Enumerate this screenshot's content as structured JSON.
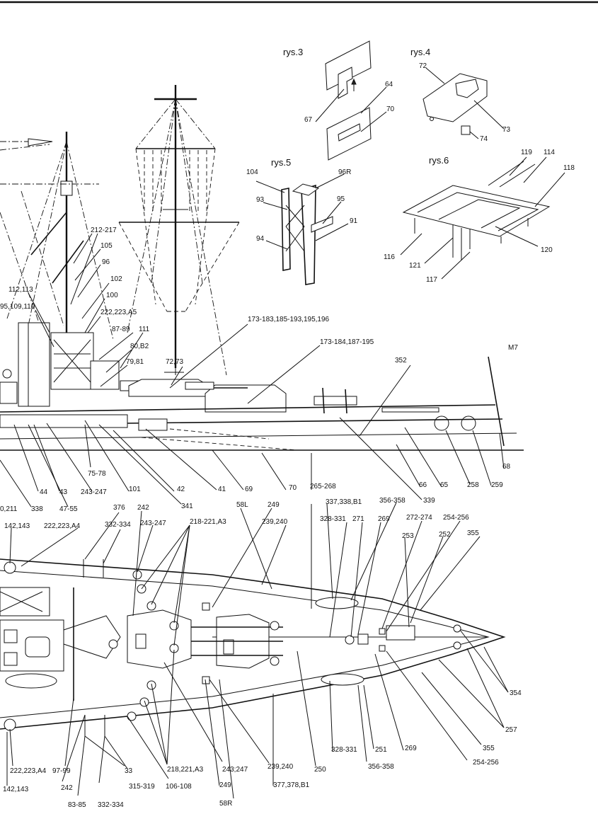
{
  "figures": {
    "rys3": "rys.3",
    "rys4": "rys.4",
    "rys5": "rys.5",
    "rys6": "rys.6"
  },
  "labels": {
    "rys3": [
      "67",
      "64",
      "70"
    ],
    "rys4": [
      "72",
      "73",
      "74"
    ],
    "rys5": [
      "104",
      "96R",
      "93",
      "95",
      "91",
      "94"
    ],
    "rys6": [
      "119",
      "114",
      "118",
      "116",
      "121",
      "117",
      "120"
    ],
    "side": [
      "212-217",
      "105",
      "96",
      "102",
      "100",
      "112,113",
      "95,109,110",
      "222,223,A5",
      "87-89",
      "111",
      "80,B2",
      "79,81",
      "72,73",
      "173-183,185-193,195,196",
      "173-184,187-195",
      "352",
      "M7",
      "75-78",
      "44",
      "43",
      "243-247",
      "101",
      "42",
      "41",
      "69",
      "70",
      "66",
      "65",
      "258",
      "259",
      "68",
      "338",
      "0,211",
      "47-55",
      "341",
      "265-268",
      "339"
    ],
    "plan": [
      "142,143",
      "222,223,A4",
      "376",
      "242",
      "332-334",
      "243-247",
      "218-221,A3",
      "58L",
      "249",
      "239,240",
      "337,338,B1",
      "356-358",
      "328-331",
      "271",
      "269",
      "272-274",
      "254-256",
      "253",
      "252",
      "355",
      "354",
      "257",
      "355",
      "254-256",
      "269",
      "356-358",
      "251",
      "328-331",
      "250",
      "239,240",
      "377,378,B1",
      "249",
      "58R",
      "243;247",
      "106-108",
      "218,221,A3",
      "315-319",
      "33",
      "332-334",
      "83-85",
      "242",
      "97-99",
      "222,223,A4",
      "142,143"
    ]
  }
}
